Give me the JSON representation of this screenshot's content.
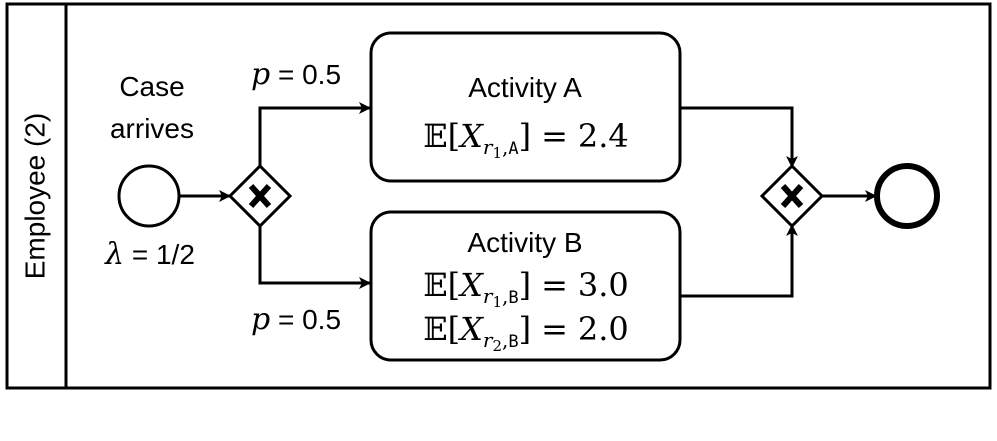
{
  "lane": {
    "label": "Employee (2)"
  },
  "start_event": {
    "label_line1": "Case",
    "label_line2": "arrives",
    "rate_symbol": "λ",
    "rate_value": " = 1/2"
  },
  "branches": {
    "top_prob_symbol": "p",
    "top_prob_value": " = 0.5",
    "bottom_prob_symbol": "p",
    "bottom_prob_value": " = 0.5"
  },
  "activity_a": {
    "title": "Activity A",
    "formula": {
      "e": "𝔼",
      "open": "[",
      "x": "X",
      "r": "r",
      "rsub": "1",
      "comma": ",",
      "act": "A",
      "close": "]",
      "eq": "=",
      "value": "2.4"
    }
  },
  "activity_b": {
    "title": "Activity B",
    "formula1": {
      "e": "𝔼",
      "open": "[",
      "x": "X",
      "r": "r",
      "rsub": "1",
      "comma": ",",
      "act": "B",
      "close": "]",
      "eq": "=",
      "value": "3.0"
    },
    "formula2": {
      "e": "𝔼",
      "open": "[",
      "x": "X",
      "r": "r",
      "rsub": "2",
      "comma": ",",
      "act": "B",
      "close": "]",
      "eq": "=",
      "value": "2.0"
    }
  },
  "colors": {
    "stroke": "#000000",
    "background": "#ffffff"
  },
  "icons": {
    "gateway_marker": "x-mark-icon"
  }
}
